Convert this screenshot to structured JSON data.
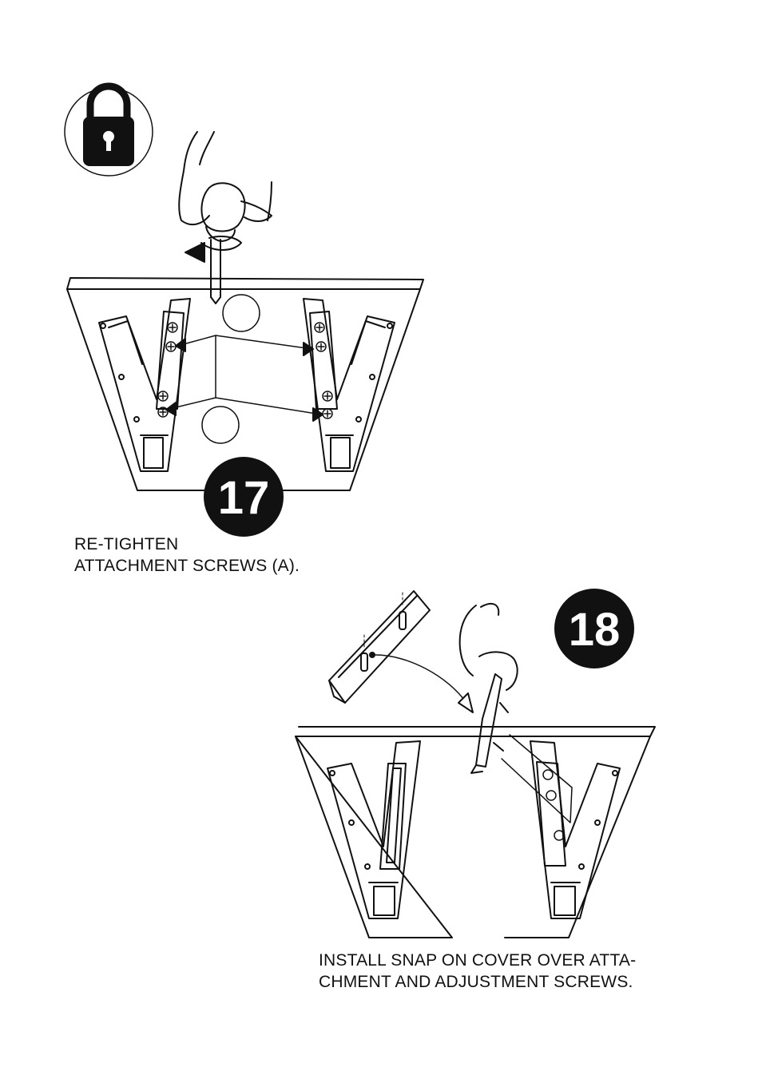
{
  "steps": [
    {
      "number": "17",
      "icon": "padlock-icon",
      "caption": [
        "RE-TIGHTEN",
        "ATTACHMENT SCREWS (A)."
      ]
    },
    {
      "number": "18",
      "caption": [
        "INSTALL SNAP ON COVER OVER ATTA-",
        "CHMENT AND ADJUSTMENT SCREWS."
      ]
    }
  ],
  "colors": {
    "ink": "#111111",
    "paper": "#ffffff"
  }
}
